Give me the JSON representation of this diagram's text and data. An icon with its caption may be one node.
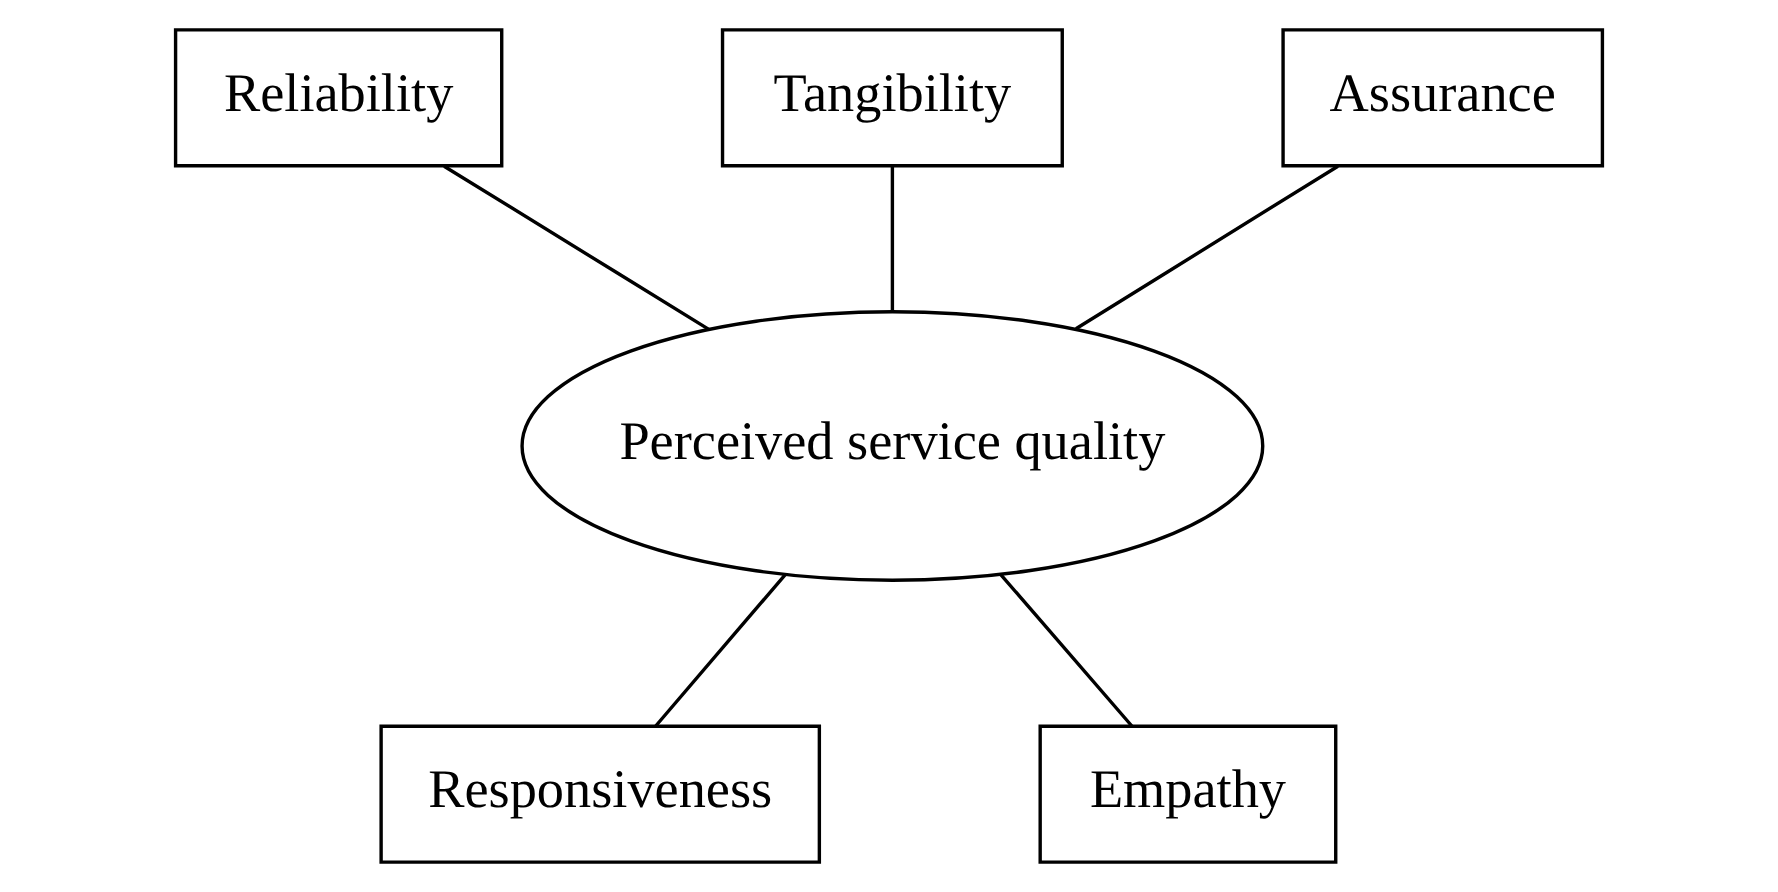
{
  "diagram": {
    "nodes": [
      {
        "text": [
          "Reliability"
        ]
      },
      {
        "text": [
          "Tangibility"
        ]
      },
      {
        "text": [
          "Assurance"
        ]
      },
      {
        "text": [
          "Perceived service quality"
        ]
      },
      {
        "text": [
          "Responsiveness"
        ]
      },
      {
        "text": [
          "Empathy"
        ]
      }
    ],
    "edges": [
      {
        "from": 0,
        "to": 3,
        "arrow": "none"
      },
      {
        "from": 1,
        "to": 3,
        "arrow": "none"
      },
      {
        "from": 2,
        "to": 3,
        "arrow": "none"
      },
      {
        "from": 3,
        "to": 4,
        "arrow": "none"
      },
      {
        "from": 3,
        "to": 5,
        "arrow": "none"
      }
    ]
  }
}
